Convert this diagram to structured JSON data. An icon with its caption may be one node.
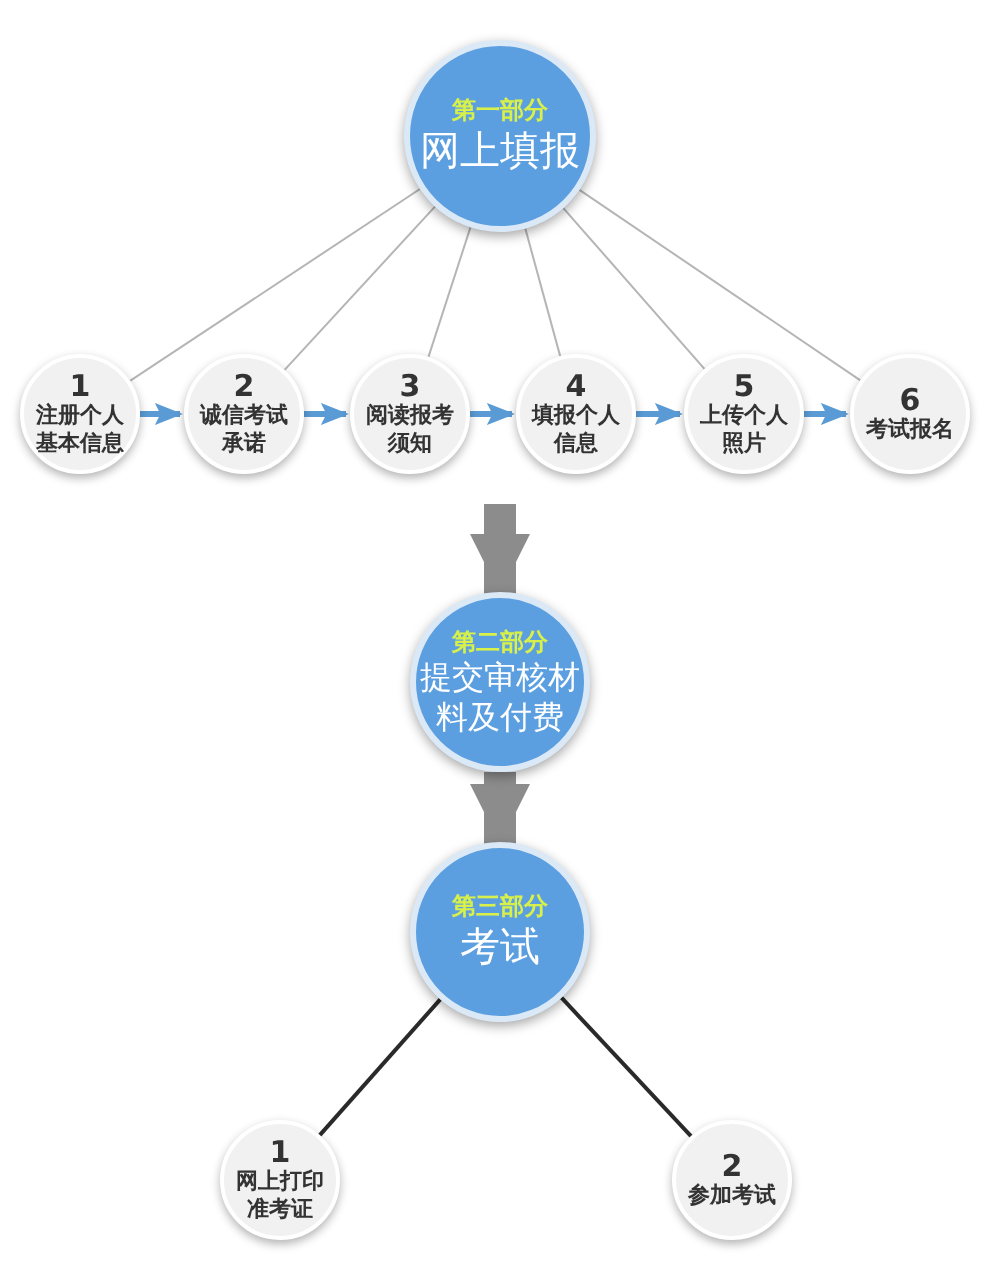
{
  "diagram": {
    "nodes": [
      {
        "text": [
          "第一部分",
          "网上填报"
        ]
      },
      {
        "text": [
          "1",
          "注册个人基本信息"
        ]
      },
      {
        "text": [
          "2",
          "诚信考试承诺"
        ]
      },
      {
        "text": [
          "3",
          "阅读报考须知"
        ]
      },
      {
        "text": [
          "4",
          "填报个人信息"
        ]
      },
      {
        "text": [
          "5",
          "上传个人照片"
        ]
      },
      {
        "text": [
          "6",
          "考试报名"
        ]
      },
      {
        "text": [
          "第二部分",
          "提交审核材料及付费"
        ]
      },
      {
        "text": [
          "第三部分",
          "考试"
        ]
      },
      {
        "text": [
          "1",
          "网上打印准考证"
        ]
      },
      {
        "text": [
          "2",
          "参加考试"
        ]
      }
    ],
    "edges": [
      {
        "from": 0,
        "to": 1,
        "arrow": "none"
      },
      {
        "from": 0,
        "to": 2,
        "arrow": "none"
      },
      {
        "from": 0,
        "to": 3,
        "arrow": "none"
      },
      {
        "from": 0,
        "to": 4,
        "arrow": "none"
      },
      {
        "from": 0,
        "to": 5,
        "arrow": "none"
      },
      {
        "from": 0,
        "to": 6,
        "arrow": "none"
      },
      {
        "from": 1,
        "to": 2,
        "arrow": "to",
        "color": "#5b9bd5"
      },
      {
        "from": 2,
        "to": 3,
        "arrow": "to",
        "color": "#5b9bd5"
      },
      {
        "from": 3,
        "to": 4,
        "arrow": "to",
        "color": "#5b9bd5"
      },
      {
        "from": 4,
        "to": 5,
        "arrow": "to",
        "color": "#5b9bd5"
      },
      {
        "from": 5,
        "to": 6,
        "arrow": "to",
        "color": "#5b9bd5"
      },
      {
        "from": null,
        "to": 7,
        "arrow": "to",
        "style": "thick",
        "color": "#8c8c8c"
      },
      {
        "from": 7,
        "to": 8,
        "arrow": "to",
        "style": "thick",
        "color": "#8c8c8c"
      },
      {
        "from": 8,
        "to": 9,
        "arrow": "none",
        "color": "#2a2a2a"
      },
      {
        "from": 8,
        "to": 10,
        "arrow": "none",
        "color": "#2a2a2a"
      }
    ]
  }
}
